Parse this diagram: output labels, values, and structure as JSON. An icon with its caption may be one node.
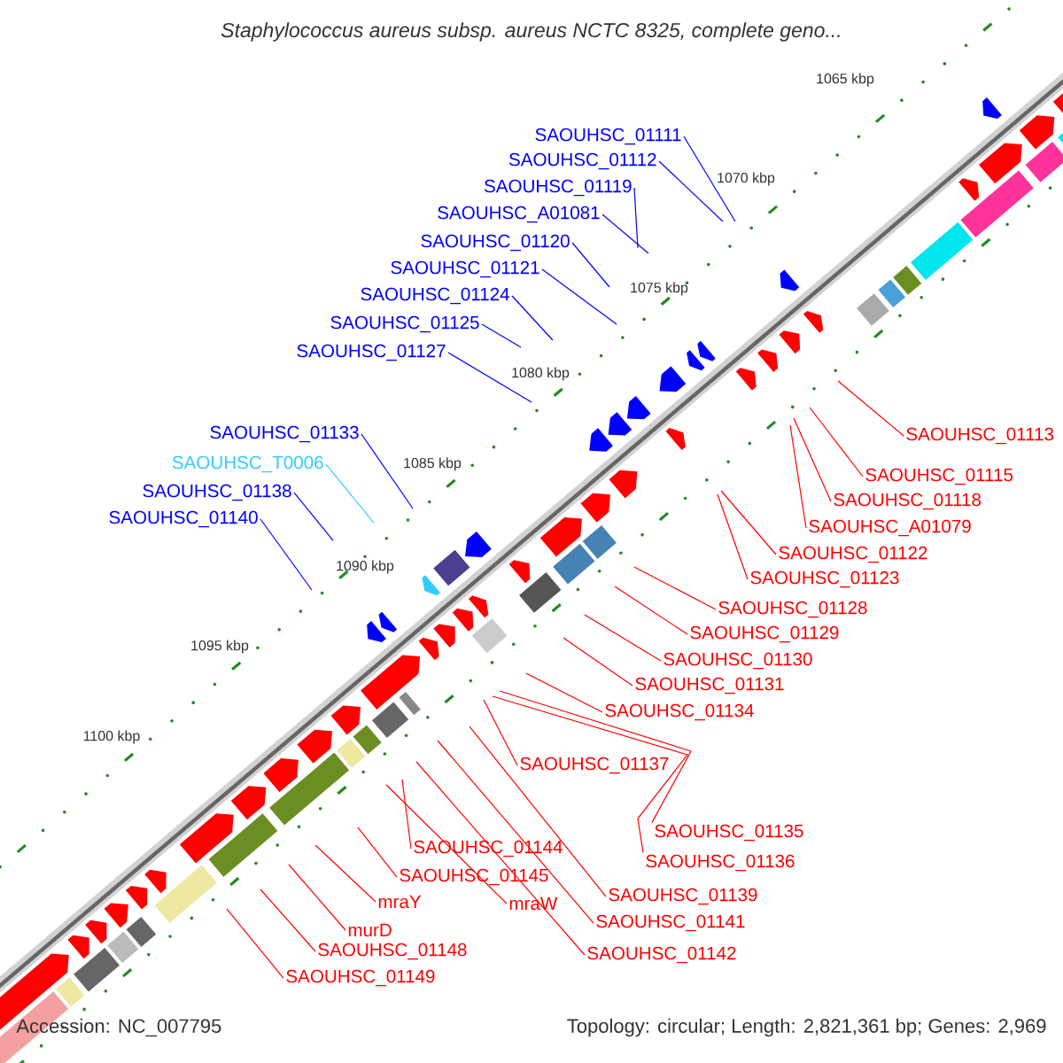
{
  "diagram": {
    "title": "Staphylococcus aureus subsp. aureus NCTC 8325, complete geno...",
    "nodes": [
      {
        "text": [
          "SAOUHSC_01111"
        ]
      },
      {
        "text": [
          "SAOUHSC_01112"
        ]
      },
      {
        "text": [
          "SAOUHSC_01119"
        ]
      },
      {
        "text": [
          "SAOUHSC_A01081"
        ]
      },
      {
        "text": [
          "SAOUHSC_01120"
        ]
      },
      {
        "text": [
          "SAOUHSC_01121"
        ]
      },
      {
        "text": [
          "SAOUHSC_01124"
        ]
      },
      {
        "text": [
          "SAOUHSC_01125"
        ]
      },
      {
        "text": [
          "SAOUHSC_01127"
        ]
      },
      {
        "text": [
          "SAOUHSC_01133"
        ]
      },
      {
        "text": [
          "SAOUHSC_T0006"
        ]
      },
      {
        "text": [
          "SAOUHSC_01138"
        ]
      },
      {
        "text": [
          "SAOUHSC_01140"
        ]
      },
      {
        "text": [
          "SAOUHSC_01113"
        ]
      },
      {
        "text": [
          "SAOUHSC_01115"
        ]
      },
      {
        "text": [
          "SAOUHSC_01118"
        ]
      },
      {
        "text": [
          "SAOUHSC_A01079"
        ]
      },
      {
        "text": [
          "SAOUHSC_01122"
        ]
      },
      {
        "text": [
          "SAOUHSC_01123"
        ]
      },
      {
        "text": [
          "SAOUHSC_01128"
        ]
      },
      {
        "text": [
          "SAOUHSC_01129"
        ]
      },
      {
        "text": [
          "SAOUHSC_01130"
        ]
      },
      {
        "text": [
          "SAOUHSC_01131"
        ]
      },
      {
        "text": [
          "SAOUHSC_01134"
        ]
      },
      {
        "text": [
          "SAOUHSC_01137"
        ]
      },
      {
        "text": [
          "SAOUHSC_01135"
        ]
      },
      {
        "text": [
          "SAOUHSC_01144"
        ]
      },
      {
        "text": [
          "SAOUHSC_01136"
        ]
      },
      {
        "text": [
          "SAOUHSC_01145"
        ]
      },
      {
        "text": [
          "SAOUHSC_01139"
        ]
      },
      {
        "text": [
          "mraW"
        ]
      },
      {
        "text": [
          "mraY"
        ]
      },
      {
        "text": [
          "SAOUHSC_01141"
        ]
      },
      {
        "text": [
          "murD"
        ]
      },
      {
        "text": [
          "SAOUHSC_01148"
        ]
      },
      {
        "text": [
          "SAOUHSC_01142"
        ]
      },
      {
        "text": [
          "SAOUHSC_01149"
        ]
      }
    ],
    "edges": [
      {
        "from": 0,
        "to": null,
        "arrow": "none",
        "color": "#0000ff"
      },
      {
        "from": 1,
        "to": null,
        "arrow": "none",
        "color": "#0000ff"
      },
      {
        "from": 2,
        "to": null,
        "arrow": "none",
        "color": "#0000ff"
      },
      {
        "from": 3,
        "to": null,
        "arrow": "none",
        "color": "#0000ff"
      },
      {
        "from": 4,
        "to": null,
        "arrow": "none",
        "color": "#0000ff"
      },
      {
        "from": 5,
        "to": null,
        "arrow": "none",
        "color": "#0000ff"
      },
      {
        "from": 6,
        "to": null,
        "arrow": "none",
        "color": "#0000ff"
      },
      {
        "from": 7,
        "to": null,
        "arrow": "none",
        "color": "#0000ff"
      },
      {
        "from": 8,
        "to": null,
        "arrow": "none",
        "color": "#0000ff"
      },
      {
        "from": 9,
        "to": null,
        "arrow": "none",
        "color": "#0000ff"
      },
      {
        "from": 10,
        "to": null,
        "arrow": "none",
        "color": "#33ccff"
      },
      {
        "from": 11,
        "to": null,
        "arrow": "none",
        "color": "#0000ff"
      },
      {
        "from": 12,
        "to": null,
        "arrow": "none",
        "color": "#0000ff"
      },
      {
        "from": 13,
        "to": null,
        "arrow": "none"
      },
      {
        "from": 14,
        "to": null,
        "arrow": "none"
      },
      {
        "from": 15,
        "to": null,
        "arrow": "none"
      },
      {
        "from": 16,
        "to": null,
        "arrow": "none"
      },
      {
        "from": 17,
        "to": null,
        "arrow": "none"
      },
      {
        "from": 18,
        "to": null,
        "arrow": "none"
      },
      {
        "from": 19,
        "to": null,
        "arrow": "none"
      },
      {
        "from": 20,
        "to": null,
        "arrow": "none"
      },
      {
        "from": 21,
        "to": null,
        "arrow": "none"
      },
      {
        "from": 22,
        "to": null,
        "arrow": "none"
      },
      {
        "from": 23,
        "to": null,
        "arrow": "none"
      },
      {
        "from": 24,
        "to": null,
        "arrow": "none"
      },
      {
        "from": 25,
        "to": null,
        "arrow": "none"
      },
      {
        "from": 26,
        "to": null,
        "arrow": "none"
      },
      {
        "from": 27,
        "to": null,
        "arrow": "none"
      },
      {
        "from": 28,
        "to": null,
        "arrow": "none"
      },
      {
        "from": 29,
        "to": null,
        "arrow": "none"
      },
      {
        "from": 30,
        "to": null,
        "arrow": "none"
      },
      {
        "from": 31,
        "to": null,
        "arrow": "none"
      },
      {
        "from": 32,
        "to": null,
        "arrow": "none"
      },
      {
        "from": 33,
        "to": null,
        "arrow": "none"
      },
      {
        "from": 34,
        "to": null,
        "arrow": "none"
      },
      {
        "from": 35,
        "to": null,
        "arrow": "none"
      },
      {
        "from": 36,
        "to": null,
        "arrow": "none"
      }
    ],
    "labels": [
      "1065 kbp",
      "1070 kbp",
      "1075 kbp",
      "1080 kbp",
      "1085 kbp",
      "1090 kbp",
      "1095 kbp",
      "1100 kbp",
      "Accession: NC_007795",
      "Topology: circular; Length: 2,821,361 bp; Genes: 2,969"
    ]
  }
}
